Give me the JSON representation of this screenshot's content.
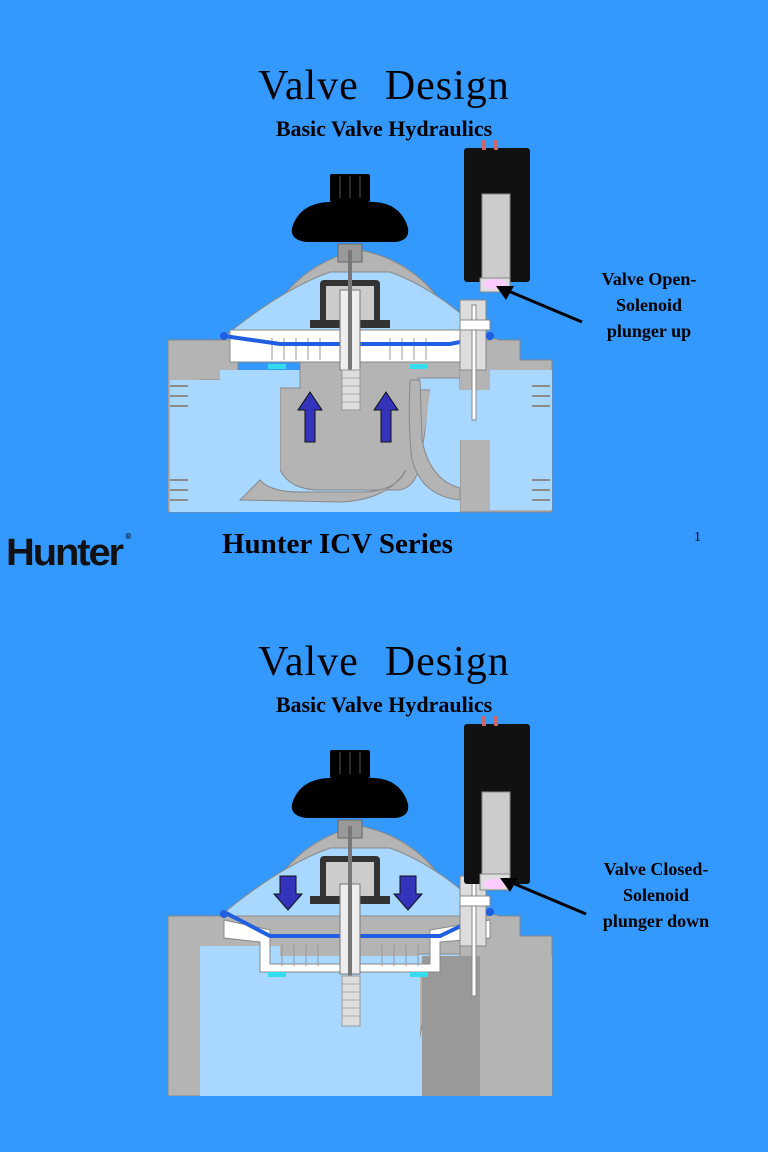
{
  "slides": [
    {
      "title_word1": "Valve",
      "title_word2": "Design",
      "subtitle": "Basic Valve Hydraulics",
      "callout": [
        "Valve Open-",
        "Solenoid",
        "plunger up"
      ],
      "footer": "Hunter ICV Series",
      "page_number": "1",
      "logo": "Hunter",
      "state": "open"
    },
    {
      "title_word1": "Valve",
      "title_word2": "Design",
      "subtitle": "Basic Valve Hydraulics",
      "callout": [
        "Valve Closed-",
        "Solenoid",
        "plunger down"
      ],
      "state": "closed"
    }
  ],
  "colors": {
    "background": "#3399ff",
    "valve_body": "#b4b4b4",
    "water": "#a8d8ff",
    "arrow": "#3333bb",
    "solenoid": "#111111",
    "diaphragm": "#1f5fe0"
  }
}
